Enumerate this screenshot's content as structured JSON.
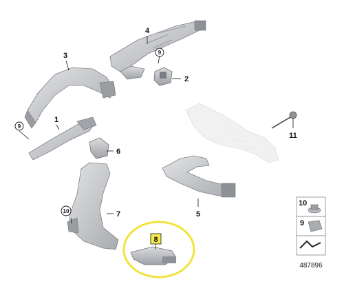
{
  "callouts": {
    "p1": "1",
    "p2": "2",
    "p3": "3",
    "p4": "4",
    "p5": "5",
    "p6": "6",
    "p7": "7",
    "p8": "8",
    "p11": "11"
  },
  "circled": {
    "c9a": "9",
    "c9b": "9",
    "c10": "10"
  },
  "legend": {
    "row1": "10",
    "row2": "9"
  },
  "reference_number": "487896",
  "colors": {
    "highlight_ring": "#f2e33a",
    "highlight_box": "#f5e84a",
    "part_fill": "#cfd1d4",
    "part_shade": "#a9acb0",
    "ghost_part": "#e6e7e8"
  }
}
